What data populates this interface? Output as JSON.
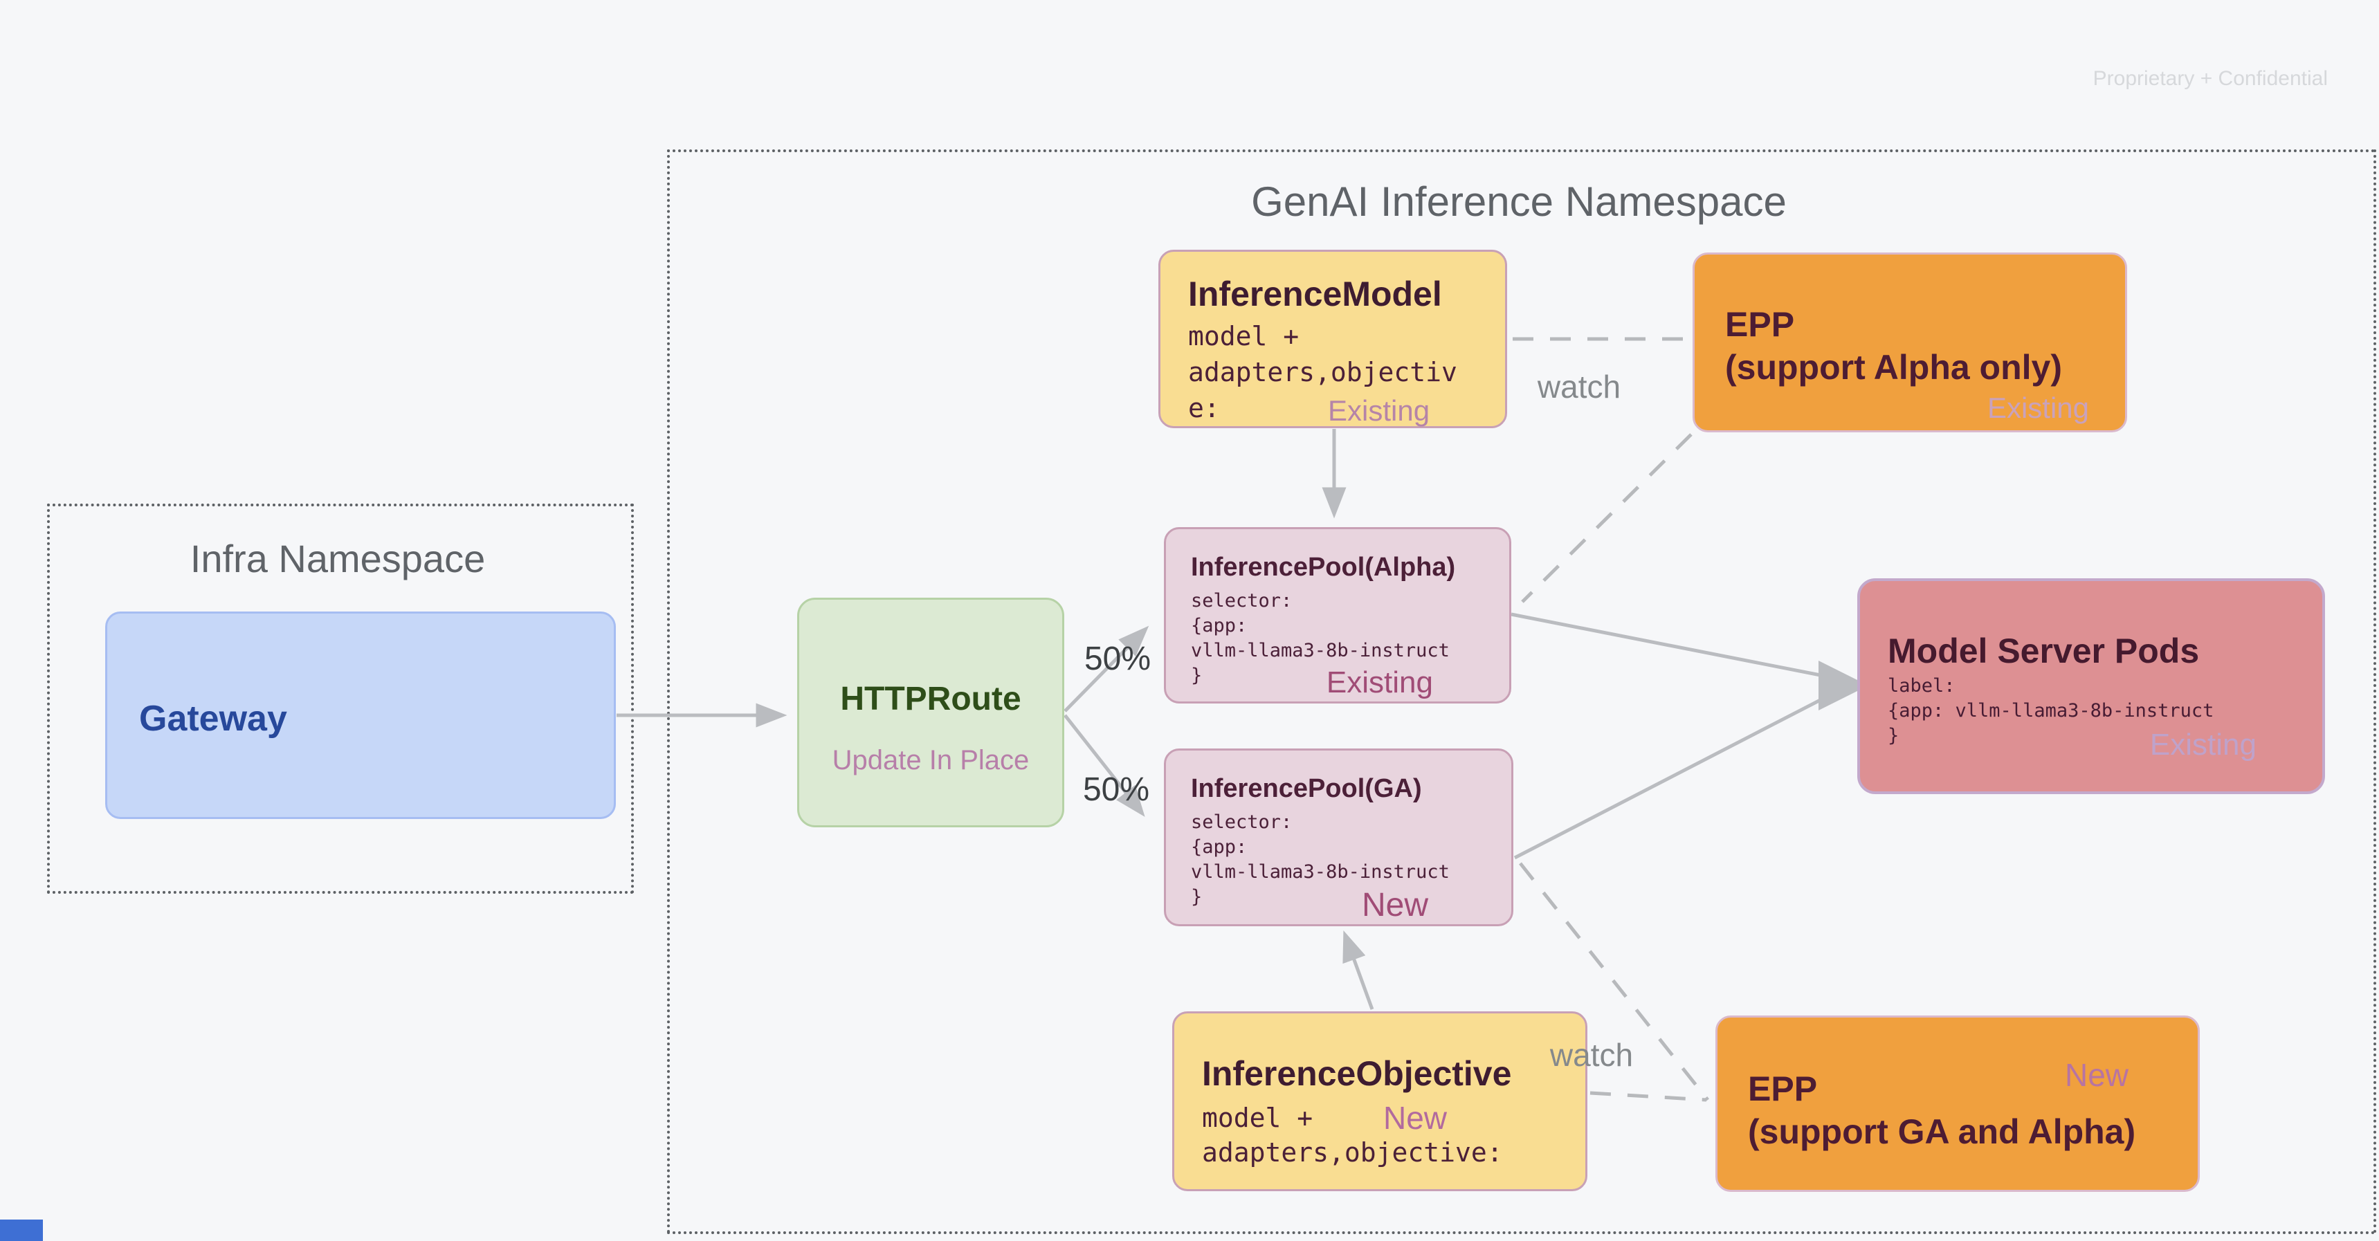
{
  "page": {
    "confidential_label": "Proprietary + Confidential"
  },
  "infra_namespace": {
    "title": "Infra Namespace",
    "gateway": {
      "title": "Gateway"
    }
  },
  "httproute": {
    "title": "HTTPRoute",
    "subtitle": "Update In Place"
  },
  "genai_namespace": {
    "title": "GenAI Inference Namespace",
    "inference_model": {
      "title": "InferenceModel",
      "body_lines": [
        "model +",
        "adapters,objectiv",
        "e:"
      ],
      "status": "Existing"
    },
    "epp_alpha": {
      "title_line1": "EPP",
      "title_line2": "(support Alpha only)",
      "status": "Existing"
    },
    "pool_alpha": {
      "title": "InferencePool(Alpha)",
      "body_lines": [
        "selector:",
        "{app:",
        "vllm-llama3-8b-instruct",
        "}"
      ],
      "status": "Existing"
    },
    "pool_ga": {
      "title": "InferencePool(GA)",
      "body_lines": [
        "selector:",
        "{app:",
        "vllm-llama3-8b-instruct",
        "}"
      ],
      "status": "New"
    },
    "model_server_pods": {
      "title": "Model Server Pods",
      "body_lines": [
        "label:",
        "{app: vllm-llama3-8b-instruct",
        "}"
      ],
      "status": "Existing"
    },
    "inference_objective": {
      "title": "InferenceObjective",
      "body_lines": [
        "model +",
        "adapters,objective:"
      ],
      "status": "New"
    },
    "epp_ga": {
      "title_line1": "EPP",
      "title_line2": "(support GA and Alpha)",
      "status": "New"
    },
    "edge_labels": {
      "split_top": "50%",
      "split_bottom": "50%",
      "watch_top": "watch",
      "watch_bottom": "watch"
    }
  },
  "colors": {
    "background": "#f6f7f9",
    "gateway_fill": "#c6d7f8",
    "httproute_fill": "#dcead3",
    "yellow_fill": "#f9dd92",
    "orange_fill": "#f0a03e",
    "pool_fill": "#e8d4de",
    "pods_fill": "#dd9093",
    "edge_gray": "#babcc0",
    "status_dark_mauve": "#a04c76",
    "corner_blue": "#3e6fd4"
  }
}
